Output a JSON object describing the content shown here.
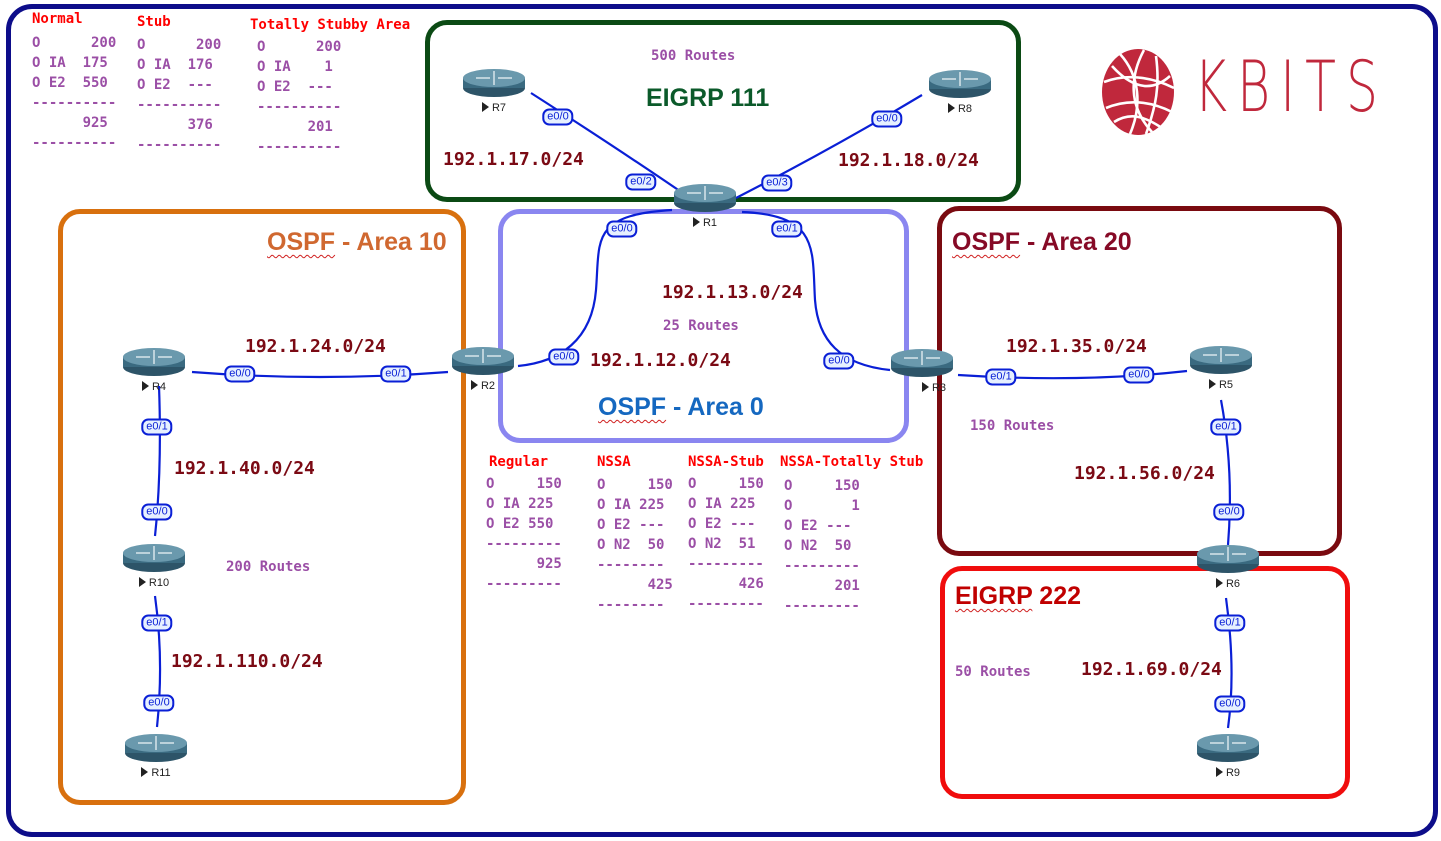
{
  "logo": {
    "text": "KBITS",
    "color": "#c0283c"
  },
  "colors": {
    "outer_border": "#0d0d8a",
    "eigrp111": "#0b4a14",
    "area10": "#d8700e",
    "area0": "#8a86f0",
    "area20": "#7a0a10",
    "eigrp222": "#f00d0d",
    "link": "#0a1fd6",
    "subnet_text": "#7b0a14",
    "table_text": "#9b4fa6",
    "table_title": "#ff0000"
  },
  "top_tables": [
    {
      "title": "Normal",
      "rows": [
        "O      200",
        "O IA  175",
        "O E2  550",
        "----------",
        "      925",
        "----------"
      ]
    },
    {
      "title": "Stub",
      "rows": [
        "O      200",
        "O IA  176",
        "O E2  ---",
        "----------",
        "      376",
        "----------"
      ]
    },
    {
      "title": "Totally Stubby Area",
      "rows": [
        "O      200",
        "O IA    1",
        "O E2  ---",
        "----------",
        "      201",
        "----------"
      ]
    }
  ],
  "bottom_tables": [
    {
      "title": "Regular",
      "rows": [
        "O     150",
        "O IA 225",
        "O E2 550",
        "---------",
        "      925",
        "---------"
      ]
    },
    {
      "title": "NSSA",
      "rows": [
        "O     150",
        "O IA 225",
        "O E2 ---",
        "O N2  50",
        "--------",
        "      425",
        "--------"
      ]
    },
    {
      "title": "NSSA-Stub",
      "rows": [
        "O     150",
        "O IA 225",
        "O E2 ---",
        "O N2  51",
        "---------",
        "      426",
        "---------"
      ]
    },
    {
      "title": "NSSA-Totally Stub",
      "rows": [
        "O     150",
        "O       1",
        "O E2 ---",
        "O N2  50",
        "---------",
        "      201",
        "---------"
      ]
    }
  ],
  "areas": {
    "eigrp111": {
      "title": "EIGRP 111",
      "routes": "500 Routes"
    },
    "area10": {
      "title_under": "OSPF",
      "title_rest": " - Area 10",
      "routes": "200 Routes"
    },
    "area0": {
      "title_under": "OSPF",
      "title_rest": " - Area 0",
      "routes": "25 Routes"
    },
    "area20": {
      "title_under": "OSPF",
      "title_rest": " - Area 20",
      "routes": "150 Routes"
    },
    "eigrp222": {
      "title_under": "EIGRP",
      "title_rest": " 222",
      "routes": "50 Routes"
    }
  },
  "routers": {
    "R1": "R1",
    "R2": "R2",
    "R3": "R3",
    "R4": "R4",
    "R5": "R5",
    "R6": "R6",
    "R7": "R7",
    "R8": "R8",
    "R9": "R9",
    "R10": "R10",
    "R11": "R11"
  },
  "subnets": {
    "r1_r7": "192.1.17.0/24",
    "r1_r8": "192.1.18.0/24",
    "r1_r3": "192.1.13.0/24",
    "r1_r2": "192.1.12.0/24",
    "r2_r4": "192.1.24.0/24",
    "r4_r10": "192.1.40.0/24",
    "r10_r11": "192.1.110.0/24",
    "r3_r5": "192.1.35.0/24",
    "r5_r6": "192.1.56.0/24",
    "r6_r9": "192.1.69.0/24"
  },
  "interfaces": {
    "r7_e00": "e0/0",
    "r1_e02": "e0/2",
    "r8_e00": "e0/0",
    "r1_e03": "e0/3",
    "r1_e00": "e0/0",
    "r2_e00": "e0/0",
    "r1_e01": "e0/1",
    "r3_e00": "e0/0",
    "r4_e00": "e0/0",
    "r2_e01": "e0/1",
    "r4_e01": "e0/1",
    "r10_e00": "e0/0",
    "r10_e01": "e0/1",
    "r11_e00": "e0/0",
    "r3_e01": "e0/1",
    "r5_e00": "e0/0",
    "r5_e01": "e0/1",
    "r6_e00": "e0/0",
    "r6_e01": "e0/1",
    "r9_e00": "e0/0"
  }
}
